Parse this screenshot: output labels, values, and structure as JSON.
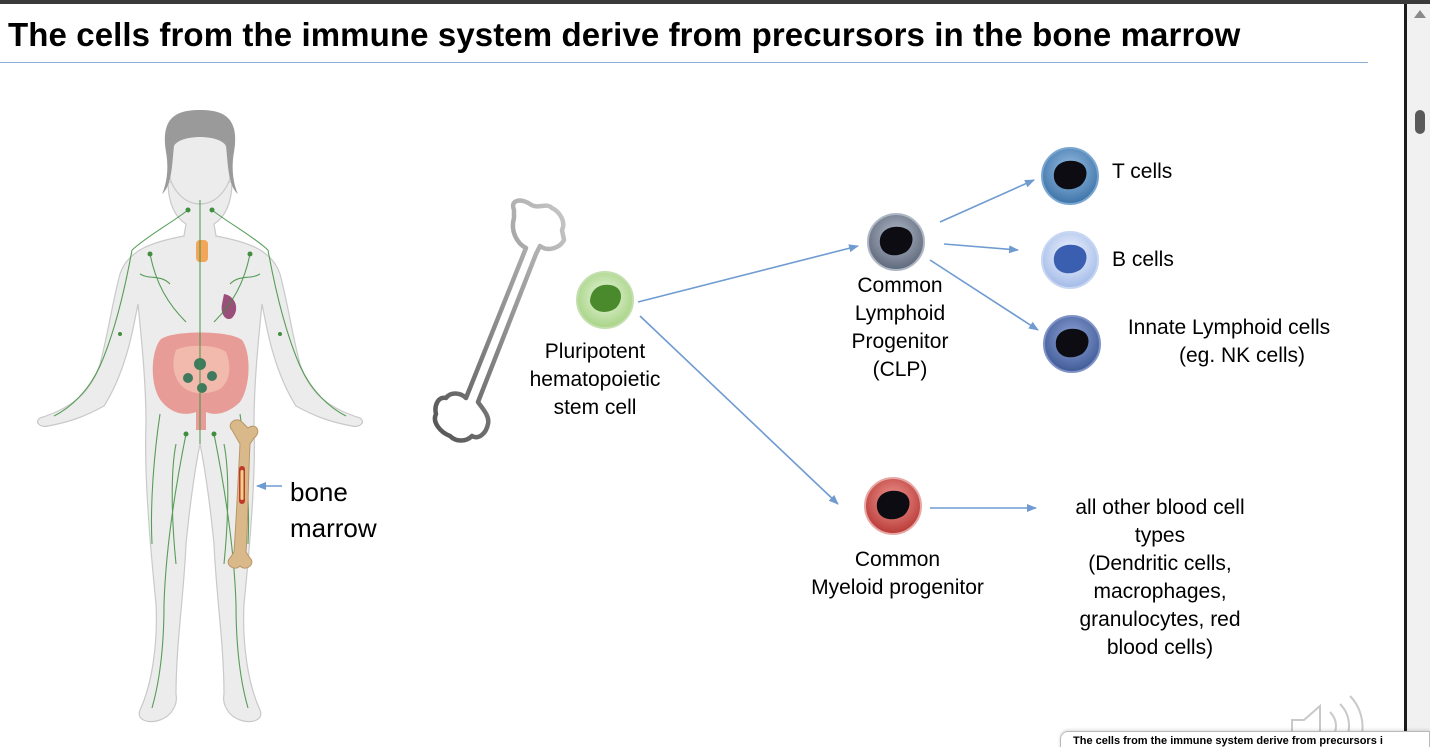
{
  "slide": {
    "title": "The cells from the immune system derive from precursors in the bone marrow"
  },
  "labels": {
    "bone_marrow_line1": "bone",
    "bone_marrow_line2": "marrow",
    "stem_line1": "Pluripotent",
    "stem_line2": "hematopoietic",
    "stem_line3": "stem cell",
    "clp_line1": "Common",
    "clp_line2": "Lymphoid",
    "clp_line3": "Progenitor",
    "clp_line4": "(CLP)",
    "cmp_line1": "Common",
    "cmp_line2": "Myeloid progenitor",
    "t_cells": "T cells",
    "b_cells": "B cells",
    "ilc_line1": "Innate Lymphoid cells",
    "ilc_line2": "(eg. NK cells)",
    "other_line1": "all other blood cell",
    "other_line2": "types",
    "other_line3": "(Dendritic cells,",
    "other_line4": "macrophages,",
    "other_line5": "granulocytes, red",
    "other_line6": "blood cells)"
  },
  "thumbnail": {
    "caption": "The cells from the immune system derive from precursors i"
  },
  "icons": {
    "scroll_up": "triangle-up-icon",
    "audio": "speaker-icon"
  },
  "colors": {
    "arrow": "#6f9bd0",
    "title_rule": "#8fb0d6",
    "stem_cell": "#9fd07a",
    "clp_cell": "#6f7a8c",
    "t_cell": "#4a7fb2",
    "b_cell": "#a9c2ee",
    "ilc_cell": "#4b6aa8",
    "cmp_cell": "#d9534f",
    "lymph": "#3f8f3f",
    "bone": "#d9b98a"
  }
}
